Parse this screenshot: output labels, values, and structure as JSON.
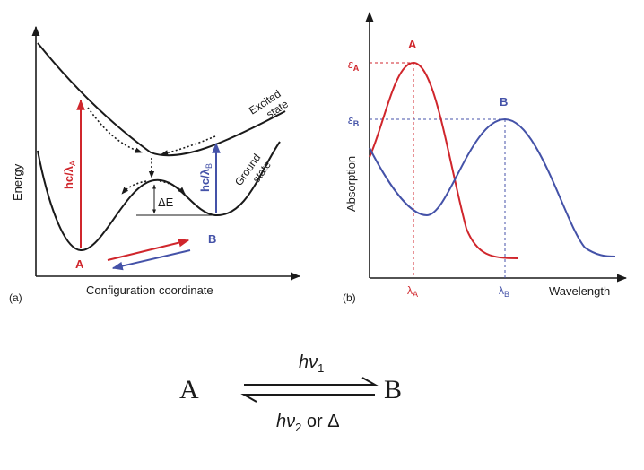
{
  "panel_a": {
    "label": "(a)",
    "y_axis_label": "Energy",
    "x_axis_label": "Configuration coordinate",
    "point_a": "A",
    "point_b": "B",
    "transition_a": {
      "main": "hc/λ",
      "sub": "A"
    },
    "transition_b": {
      "main": "hc/λ",
      "sub": "B"
    },
    "delta_e": "ΔE",
    "excited_label": [
      "Excited",
      "state"
    ],
    "ground_label": [
      "Ground",
      "state"
    ]
  },
  "panel_b": {
    "label": "(b)",
    "y_axis_label": "Absorption",
    "x_axis_label": "Wavelength",
    "peak_a": "A",
    "peak_b": "B",
    "epsilon_a": {
      "main": "ε",
      "sub": "A"
    },
    "epsilon_b": {
      "main": "ε",
      "sub": "B"
    },
    "lambda_a": {
      "main": "λ",
      "sub": "A"
    },
    "lambda_b": {
      "main": "λ",
      "sub": "B"
    }
  },
  "equation": {
    "left": "A",
    "right": "B",
    "forward": {
      "main": "hν",
      "sub": "1"
    },
    "reverse": {
      "main": "hν",
      "sub": "2",
      "suffix": " or Δ"
    }
  },
  "colors": {
    "red": "#d0262c",
    "blue": "#4452a8",
    "black": "#1a1a1a"
  }
}
